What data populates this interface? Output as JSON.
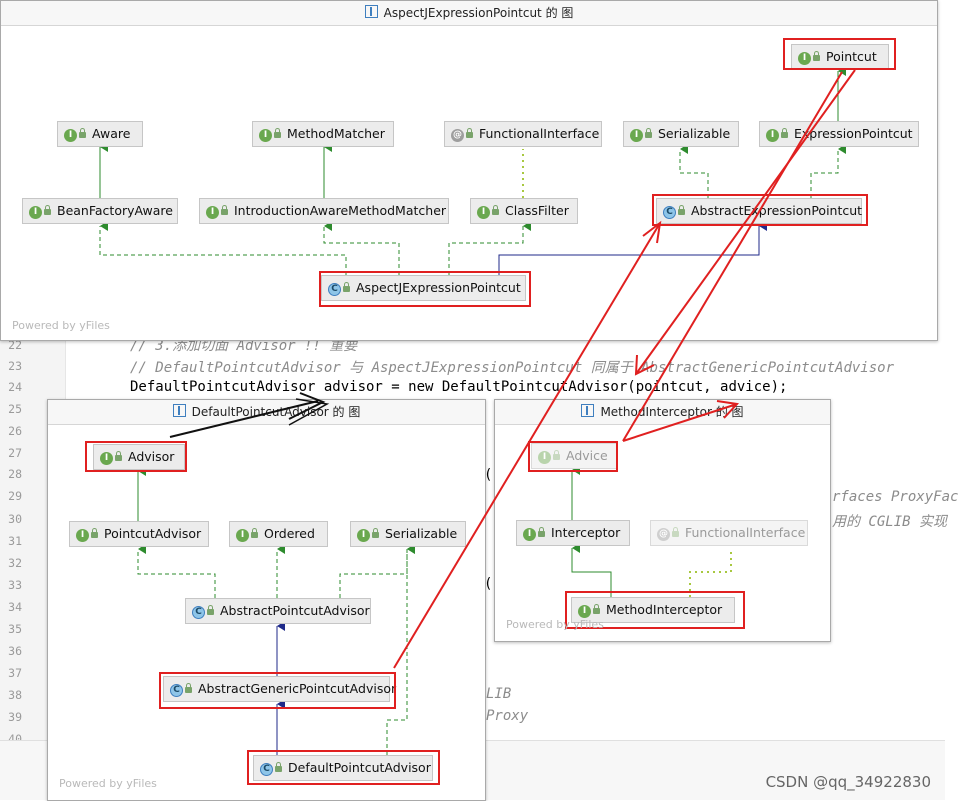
{
  "editor": {
    "line_numbers": [
      "22",
      "23",
      "24",
      "25",
      "26",
      "27",
      "28",
      "29",
      "30",
      "31",
      "32",
      "33",
      "34",
      "35",
      "36",
      "37",
      "38",
      "39",
      "40"
    ],
    "lines": {
      "l22": "// 3.添加切面 Advisor !! 重要",
      "l23": "// DefaultPointcutAdvisor 与 AspectJExpressionPointcut 同属于 AbstractGenericPointcutAdvisor",
      "l24": "DefaultPointcutAdvisor advisor = new DefaultPointcutAdvisor(pointcut, advice);"
    },
    "fragments": {
      "f28": "()",
      "f29": "rfaces ProxyFac",
      "f30": "用的 CGLIB 实现",
      "f33": "()",
      "f38": "LIB",
      "f39": "Proxy"
    }
  },
  "watermark": "CSDN @qq_34922830",
  "windows": {
    "top": {
      "title": "AspectJExpressionPointcut 的 图",
      "powered": "Powered by yFiles",
      "nodes": {
        "pointcut": {
          "kind": "I",
          "label": "Pointcut"
        },
        "aware": {
          "kind": "I",
          "label": "Aware"
        },
        "method_matcher": {
          "kind": "I",
          "label": "MethodMatcher"
        },
        "functional_interface": {
          "kind": "@",
          "label": "FunctionalInterface"
        },
        "serializable": {
          "kind": "I",
          "label": "Serializable"
        },
        "expression_pointcut": {
          "kind": "I",
          "label": "ExpressionPointcut"
        },
        "bean_factory_aware": {
          "kind": "I",
          "label": "BeanFactoryAware"
        },
        "introduction_aware_method_matcher": {
          "kind": "I",
          "label": "IntroductionAwareMethodMatcher"
        },
        "class_filter": {
          "kind": "I",
          "label": "ClassFilter"
        },
        "abstract_expression_pointcut": {
          "kind": "C",
          "label": "AbstractExpressionPointcut"
        },
        "aspectj_expression_pointcut": {
          "kind": "C",
          "label": "AspectJExpressionPointcut"
        }
      }
    },
    "left": {
      "title": "DefaultPointcutAdvisor 的 图",
      "powered": "Powered by yFiles",
      "nodes": {
        "advisor": {
          "kind": "I",
          "label": "Advisor"
        },
        "pointcut_advisor": {
          "kind": "I",
          "label": "PointcutAdvisor"
        },
        "ordered": {
          "kind": "I",
          "label": "Ordered"
        },
        "serializable": {
          "kind": "I",
          "label": "Serializable"
        },
        "abstract_pointcut_advisor": {
          "kind": "C",
          "label": "AbstractPointcutAdvisor"
        },
        "abstract_generic_pointcut_advisor": {
          "kind": "C",
          "label": "AbstractGenericPointcutAdvisor"
        },
        "default_pointcut_advisor": {
          "kind": "C",
          "label": "DefaultPointcutAdvisor"
        }
      }
    },
    "right": {
      "title": "MethodInterceptor 的 图",
      "powered": "Powered by yFiles",
      "nodes": {
        "advice": {
          "kind": "I",
          "label": "Advice"
        },
        "interceptor": {
          "kind": "I",
          "label": "Interceptor"
        },
        "functional_interface": {
          "kind": "@",
          "label": "FunctionalInterface"
        },
        "method_interceptor": {
          "kind": "I",
          "label": "MethodInterceptor"
        }
      }
    }
  },
  "colors": {
    "annotation_red": "#e02020",
    "extends_green": "#2e8b2e",
    "implements_blue": "#1f2a8a",
    "arrow_black": "#111111"
  }
}
